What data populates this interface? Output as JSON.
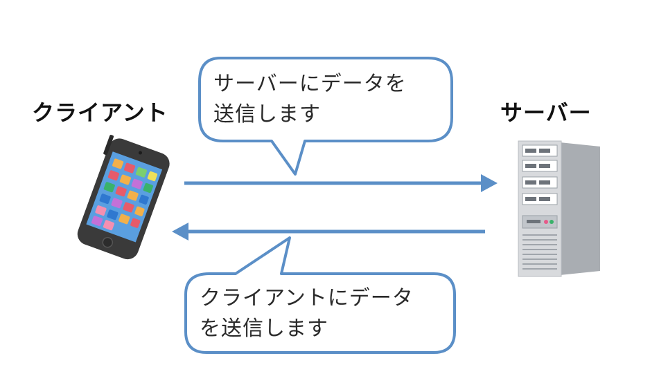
{
  "labels": {
    "client": "クライアント",
    "server": "サーバー"
  },
  "bubbles": {
    "to_server": {
      "line1": "サーバーにデータを",
      "line2": "送信します"
    },
    "to_client": {
      "line1": "クライアントにデータ",
      "line2": "を送信します"
    }
  },
  "colors": {
    "arrow": "#5b8fc7",
    "bubble_border": "#5b8fc7",
    "phone_body": "#3a3a3a",
    "phone_screen": "#5a9fe0",
    "server_body": "#d8dadd",
    "server_side": "#a9adb2"
  },
  "icons": {
    "client": "smartphone-icon",
    "server": "server-tower-icon"
  }
}
